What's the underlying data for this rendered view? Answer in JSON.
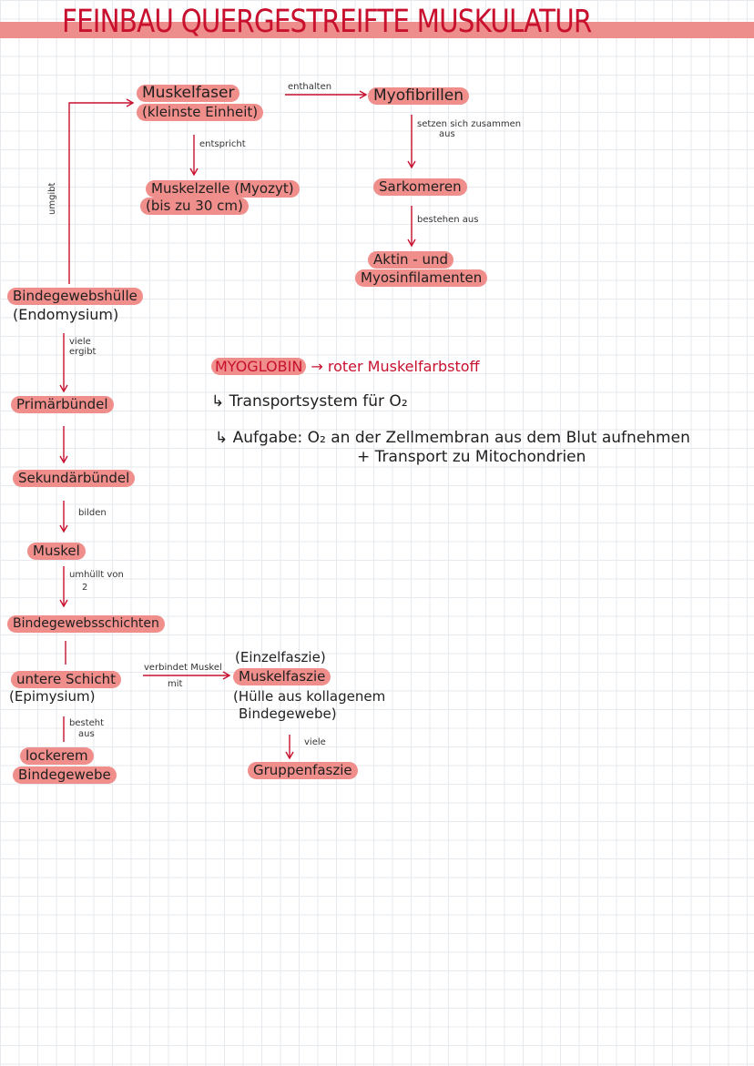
{
  "title": "FEINBAU QUERGESTREIFTE MUSKULATUR",
  "nodes": {
    "muskelfaser": "Muskelfaser",
    "kleinste_einheit": "(kleinste Einheit)",
    "muskelzelle": "Muskelzelle (Myozyt)",
    "bis_30cm": "(bis zu 30 cm)",
    "myofibrillen": "Myofibrillen",
    "sarkomeren": "Sarkomeren",
    "aktin": "Aktin - und",
    "myosin": "Myosinfilamenten",
    "bindegewebshuelle": "Bindegewebshülle",
    "endomysium": "(Endomysium)",
    "primaerbuendel": "Primärbündel",
    "sekundaerbuendel": "Sekundärbündel",
    "muskel": "Muskel",
    "bindegewebsschichten": "Bindegewebsschichten",
    "untere_schicht": "untere Schicht",
    "epimysium": "(Epimysium)",
    "lockerem": "lockerem",
    "bindegewebe": "Bindegewebe",
    "einzelfaszie": "(Einzelfaszie)",
    "muskelfaszie": "Muskelfaszie",
    "huelle_1": "(Hülle aus kollagenem",
    "huelle_2": "Bindegewebe)",
    "gruppenfaszie": "Gruppenfaszie"
  },
  "labels": {
    "enthalten": "enthalten",
    "entspricht": "entspricht",
    "setzen_1": "setzen sich zusammen",
    "setzen_2": "aus",
    "bestehen": "bestehen aus",
    "umgibt": "umgibt",
    "viele_ergibt_1": "viele",
    "viele_ergibt_2": "ergibt",
    "bilden": "bilden",
    "umhuellt_1": "umhüllt von",
    "umhuellt_2": "2",
    "verbindet_1": "verbindet Muskel",
    "verbindet_2": "mit",
    "besteht_1": "besteht",
    "besteht_2": "aus",
    "viele": "viele"
  },
  "myoglobin": {
    "term": "MYOGLOBIN",
    "arrow_text": "→ roter Muskelfarbstoff",
    "line1": "↳ Transportsystem für O₂",
    "line2": "↳ Aufgabe: O₂ an der Zellmembran aus dem Blut aufnehmen",
    "line3": "+ Transport zu Mitochondrien"
  }
}
